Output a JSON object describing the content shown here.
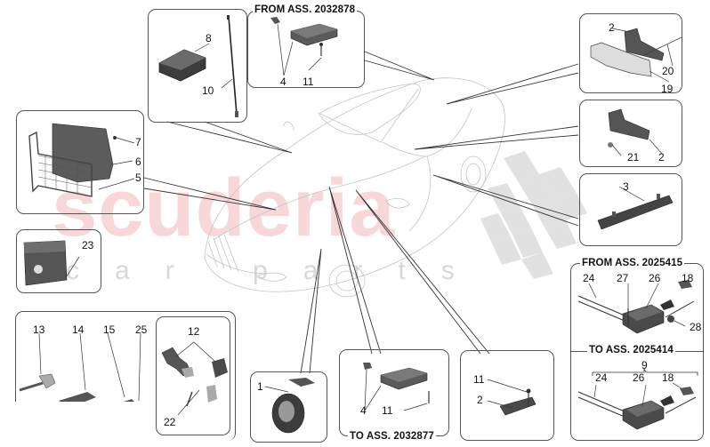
{
  "watermark": {
    "brand": "scuderia",
    "subtitle": "car parts",
    "brand_color": "#f3b8bb",
    "subtitle_color": "#d8d8d8"
  },
  "headers": {
    "top_from": "FROM ASS. 2032878",
    "bottom_to": "TO ASS. 2032877",
    "right_from": "FROM ASS. 2025415",
    "right_to": "TO ASS. 2025414"
  },
  "callouts": {
    "p_antenna": {
      "n8": "8",
      "n10": "10"
    },
    "p_top_module": {
      "n4": "4",
      "n11": "11"
    },
    "p_ecu": {
      "n7": "7",
      "n6": "6",
      "n5": "5"
    },
    "p_booklet": {
      "n23": "23"
    },
    "p_keys": {
      "n13": "13",
      "n14": "14",
      "n15": "15",
      "n25": "25"
    },
    "p_lock": {
      "n12": "12",
      "n22": "22"
    },
    "p_siren": {
      "n1": "1"
    },
    "p_bottom_module": {
      "n4": "4",
      "n11": "11"
    },
    "p_sensor_bottom": {
      "n11": "11",
      "n2": "2"
    },
    "p_sensor_bracket": {
      "n2": "2",
      "n20": "20",
      "n19": "19"
    },
    "p_sensor_side": {
      "n21": "21",
      "n2": "2"
    },
    "p_bar": {
      "n3": "3"
    },
    "p_kit_from": {
      "n24": "24",
      "n27": "27",
      "n26": "26",
      "n18": "18",
      "n28": "28"
    },
    "p_kit_to": {
      "n9": "9",
      "n24": "24",
      "n26": "26",
      "n18": "18"
    }
  }
}
